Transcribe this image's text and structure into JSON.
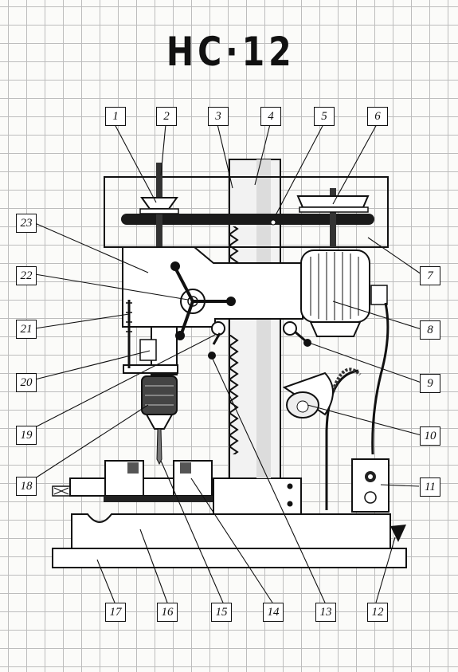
{
  "title": "HC·12",
  "labels": [
    "1",
    "2",
    "3",
    "4",
    "5",
    "6",
    "7",
    "8",
    "9",
    "10",
    "11",
    "12",
    "13",
    "14",
    "15",
    "16",
    "17",
    "18",
    "19",
    "20",
    "21",
    "22",
    "23"
  ]
}
